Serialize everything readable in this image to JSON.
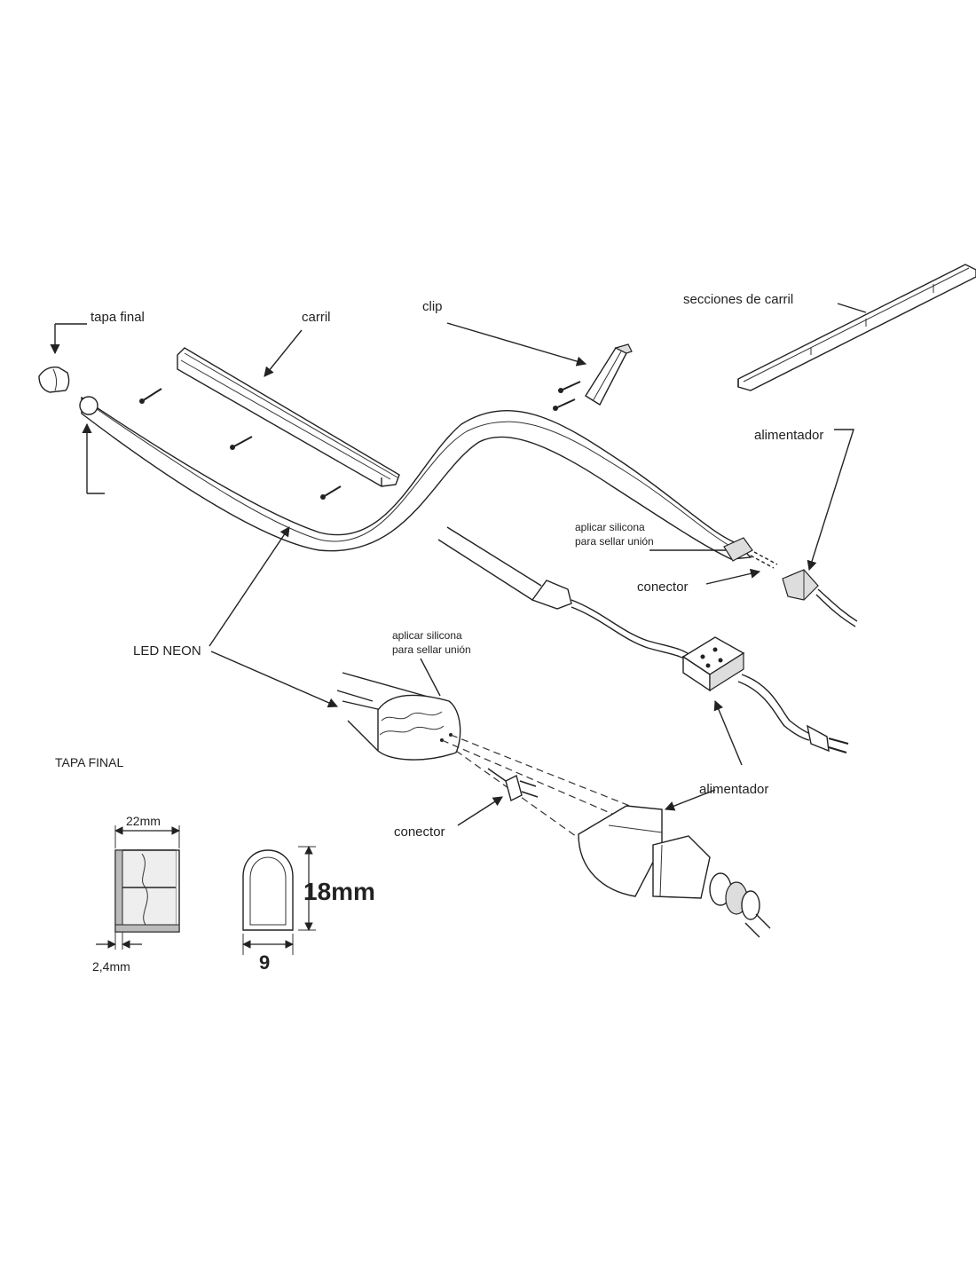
{
  "labels": {
    "tapa_final_top": "tapa final",
    "carril": "carril",
    "clip": "clip",
    "secciones_de_carril": "secciones de carril",
    "alimentador_top": "alimentador",
    "aplicar_silicona_top_1": "aplicar silicona",
    "aplicar_silicona_top_2": "para sellar unión",
    "conector_top": "conector",
    "led_neon": "LED NEON",
    "aplicar_silicona_mid_1": "aplicar silicona",
    "aplicar_silicona_mid_2": "para sellar unión",
    "tapa_final_heading": "TAPA FINAL",
    "alimentador_mid": "alimentador",
    "conector_mid": "conector"
  },
  "dimensions": {
    "width_cap": "22mm",
    "wall": "2,4mm",
    "height_profile": "18mm",
    "width_profile": "9"
  }
}
